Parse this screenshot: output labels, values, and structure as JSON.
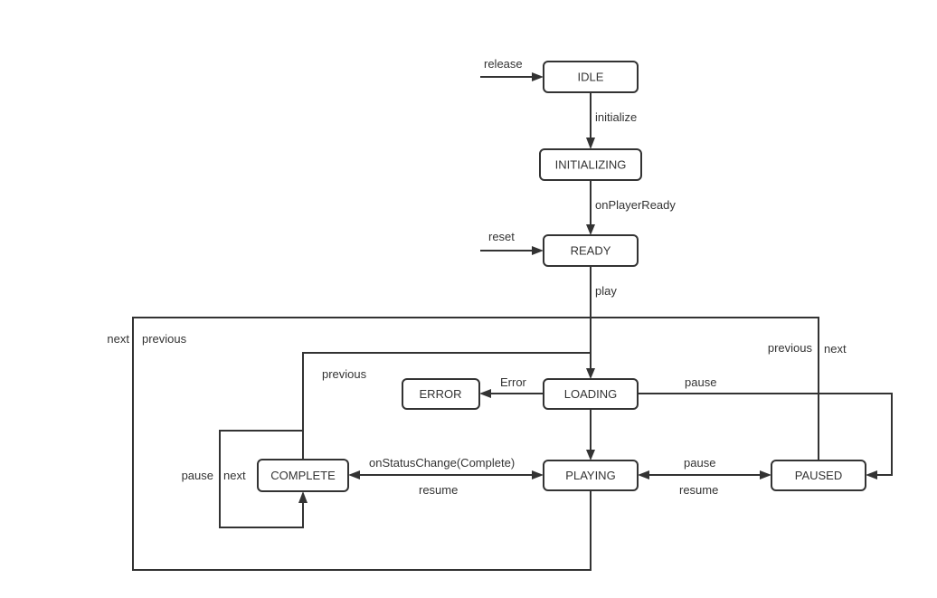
{
  "diagram": {
    "type": "state-machine",
    "background_color": "#ffffff",
    "stroke_color": "#333333",
    "text_color": "#333333",
    "states": {
      "idle": "IDLE",
      "initializing": "INITIALIZING",
      "ready": "READY",
      "loading": "LOADING",
      "error": "ERROR",
      "playing": "PLAYING",
      "paused": "PAUSED",
      "complete": "COMPLETE"
    },
    "labels": {
      "release": "release",
      "initialize": "initialize",
      "on_player_ready": "onPlayerReady",
      "reset": "reset",
      "play": "play",
      "error": "Error",
      "pause_loading_to_paused": "pause",
      "pause_playing_to_paused": "pause",
      "resume_paused_to_playing": "resume",
      "on_status_change_complete": "onStatusChange(Complete)",
      "resume_complete_to_playing": "resume",
      "previous_complete_to_loading": "previous",
      "next_outer_left": "next",
      "previous_outer_left": "previous",
      "previous_outer_right": "previous",
      "next_outer_right": "next",
      "pause_complete_loop": "pause",
      "next_complete_loop": "next"
    }
  }
}
